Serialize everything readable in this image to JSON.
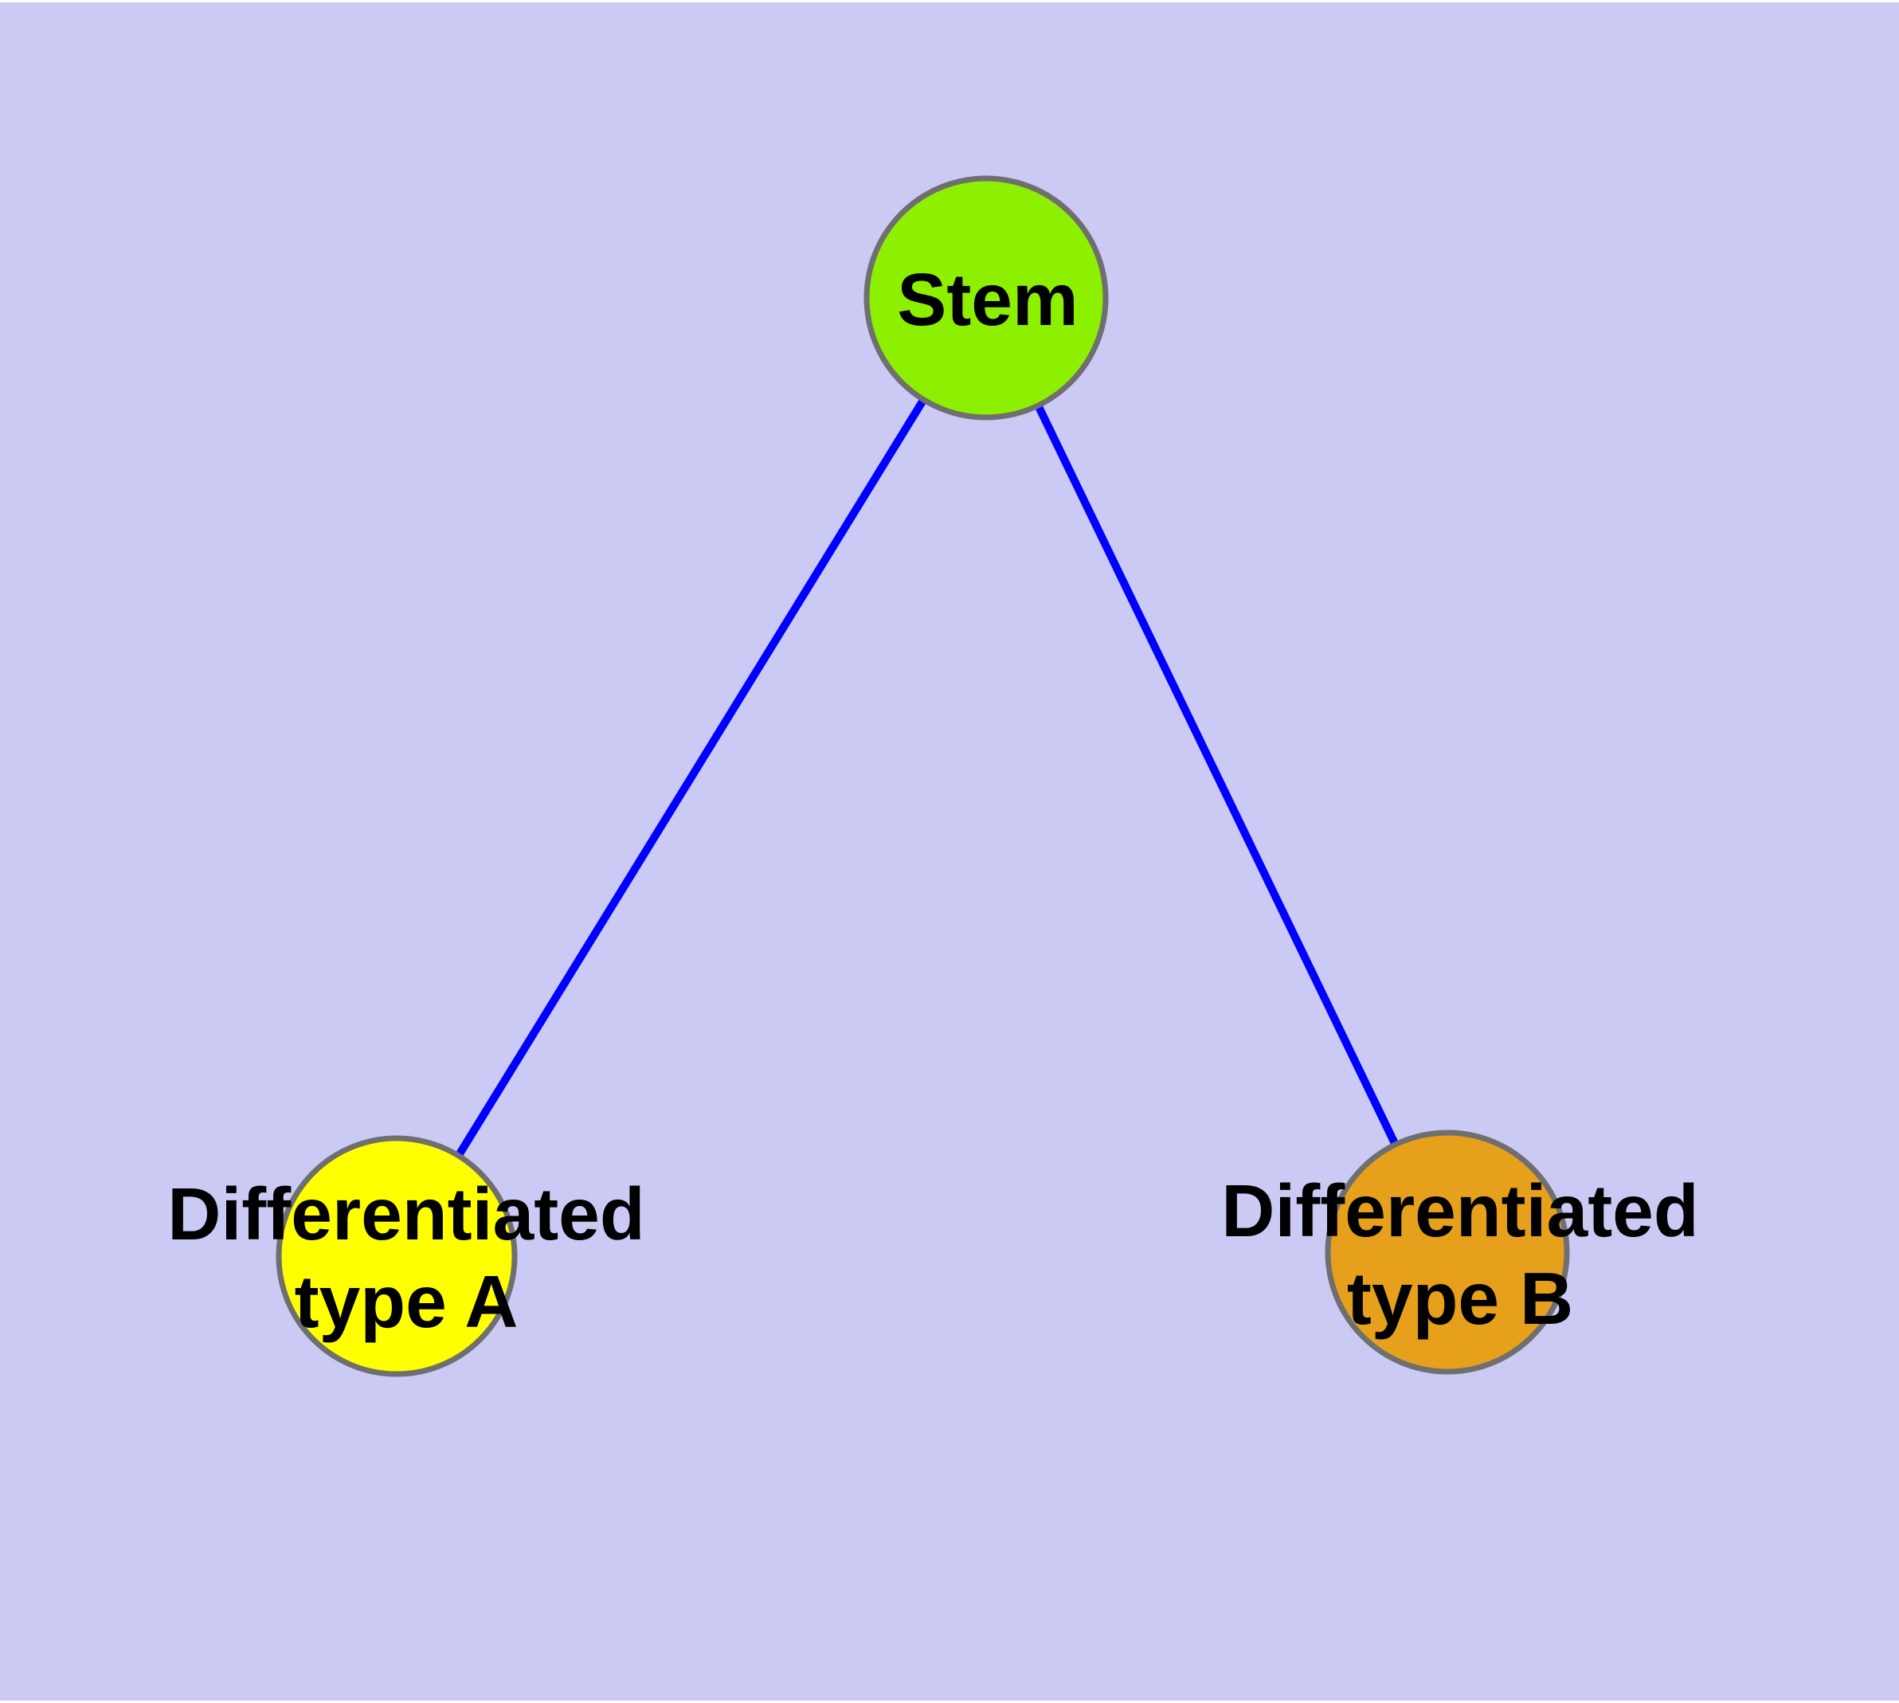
{
  "diagram": {
    "description": "Stem cell differentiation graph",
    "background_color": "#CACAF5",
    "frame_color": "#FFFFFF",
    "edge_color": "#0000FF",
    "node_border_color": "#6F6F6F",
    "text_color": "#000000",
    "nodes": [
      {
        "id": "stem",
        "label": "Stem",
        "label_lines": [
          "Stem"
        ],
        "fill": "#8DF000"
      },
      {
        "id": "differentiated-type-a",
        "label": "Differentiated type A",
        "label_lines": [
          "Differentiated",
          "type A"
        ],
        "fill": "#FFFF00"
      },
      {
        "id": "differentiated-type-b",
        "label": "Differentiated type B",
        "label_lines": [
          "Differentiated",
          "type B"
        ],
        "fill": "#E6A01C"
      }
    ],
    "edges": [
      {
        "from": "Stem",
        "to": "Differentiated type A"
      },
      {
        "from": "Stem",
        "to": "Differentiated type B"
      }
    ]
  }
}
